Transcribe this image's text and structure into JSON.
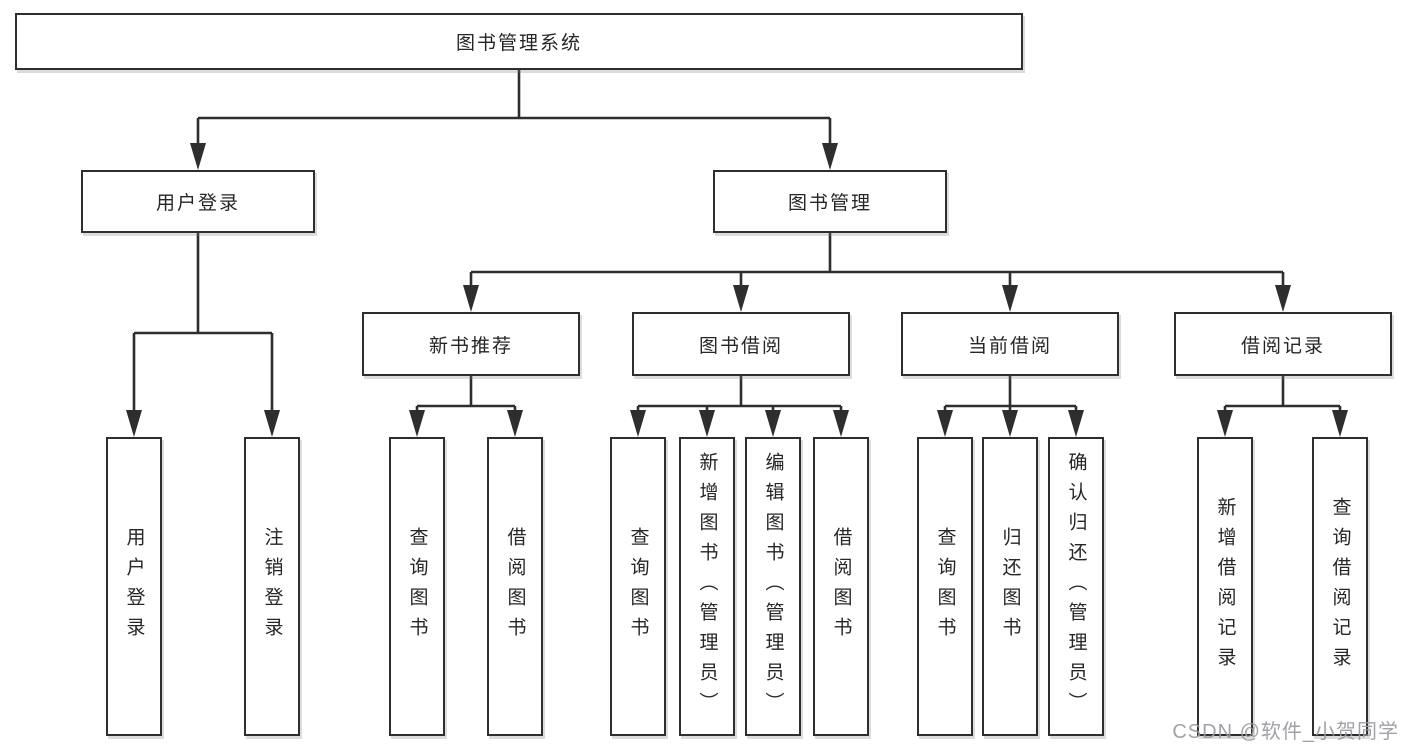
{
  "diagram": {
    "watermark": "CSDN @软件_小贺同学",
    "colors": {
      "line": "#2e2e2e",
      "box_border": "#2e2e2e",
      "text": "#262626",
      "watermark": "#989aa0",
      "background": "#ffffff"
    },
    "tree": {
      "label": "图书管理系统",
      "children": [
        {
          "label": "用户登录",
          "children": [
            {
              "label": "用户登录"
            },
            {
              "label": "注销登录"
            }
          ]
        },
        {
          "label": "图书管理",
          "children": [
            {
              "label": "新书推荐",
              "children": [
                {
                  "label": "查询图书"
                },
                {
                  "label": "借阅图书"
                }
              ]
            },
            {
              "label": "图书借阅",
              "children": [
                {
                  "label": "查询图书"
                },
                {
                  "label": "新增图书（管理员）"
                },
                {
                  "label": "编辑图书（管理员）"
                },
                {
                  "label": "借阅图书"
                }
              ]
            },
            {
              "label": "当前借阅",
              "children": [
                {
                  "label": "查询图书"
                },
                {
                  "label": "归还图书"
                },
                {
                  "label": "确认归还（管理员）"
                }
              ]
            },
            {
              "label": "借阅记录",
              "children": [
                {
                  "label": "新增借阅记录"
                },
                {
                  "label": "查询借阅记录"
                }
              ]
            }
          ]
        }
      ]
    }
  }
}
